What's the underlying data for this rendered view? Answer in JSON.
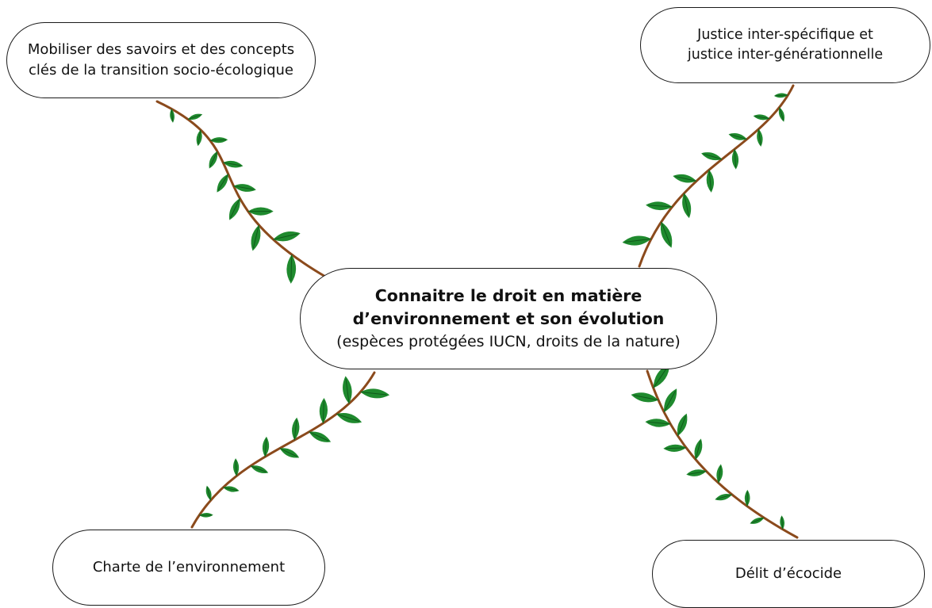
{
  "center": {
    "title_line1": "Connaitre le droit en matière",
    "title_line2": "d’environnement et son évolution",
    "subtitle": "(espèces protégées IUCN, droits de la nature)"
  },
  "top_left": {
    "line1": "Mobiliser des savoirs et des concepts",
    "line2": "clés de la transition socio-écologique"
  },
  "top_right": {
    "line1": "Justice inter-spécifique et",
    "line2": "justice inter-générationnelle"
  },
  "bottom_left": {
    "label": "Charte de l’environnement"
  },
  "bottom_right": {
    "label": "Délit d’écocide"
  },
  "colors": {
    "vine_stem": "#8b4a1c",
    "leaf": "#1f8a2e",
    "leaf_vein": "#0f5a1a",
    "outline": "#1a1a1a"
  }
}
